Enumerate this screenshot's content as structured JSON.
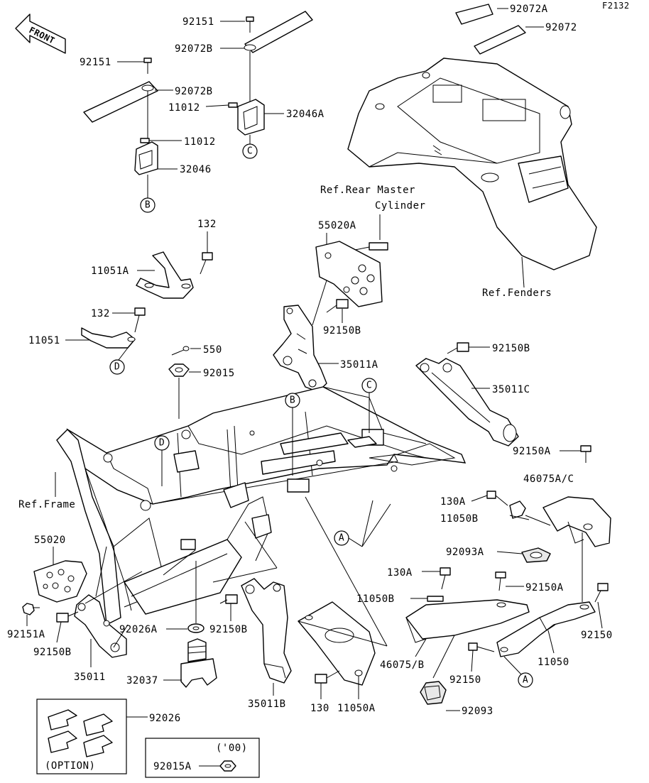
{
  "diagram_id": "F2132",
  "front_label": "FRONT",
  "labels": {
    "p92151_top": "92151",
    "p92072B_top": "92072B",
    "p11012_top": "11012",
    "p32046A": "32046A",
    "p92151_left": "92151",
    "p92072B_left": "92072B",
    "p11012_left": "11012",
    "p32046": "32046",
    "p92072A": "92072A",
    "p92072": "92072",
    "ref_rear_master_1": "Ref.Rear Master",
    "ref_rear_master_2": "Cylinder",
    "p55020A": "55020A",
    "p132_top": "132",
    "p11051A": "11051A",
    "p132_mid": "132",
    "p11051": "11051",
    "p550": "550",
    "p92015": "92015",
    "p92150B_mid": "92150B",
    "p35011A": "35011A",
    "ref_fenders": "Ref.Fenders",
    "p92150B_right": "92150B",
    "p35011C": "35011C",
    "p92150A_top": "92150A",
    "p46075AC": "46075A/C",
    "p130A_top": "130A",
    "p11050B_top": "11050B",
    "ref_frame": "Ref.Frame",
    "p55020": "55020",
    "p92093A": "92093A",
    "p130A_mid": "130A",
    "p92150A_mid": "92150A",
    "p11050B_mid": "11050B",
    "p92150_right": "92150",
    "p92151A": "92151A",
    "p92026A": "92026A",
    "p92150B_low": "92150B",
    "p92150B_left": "92150B",
    "p46075B": "46075/B",
    "p11050": "11050",
    "p35011": "35011",
    "p92150_low": "92150",
    "p32037": "32037",
    "p35011B": "35011B",
    "p130": "130",
    "p11050A": "11050A",
    "p92093": "92093",
    "p92026": "92026",
    "option": "(OPTION)",
    "year_00": "('00)",
    "p92015A": "92015A"
  },
  "callouts": {
    "A": "A",
    "B": "B",
    "C": "C",
    "D": "D"
  }
}
